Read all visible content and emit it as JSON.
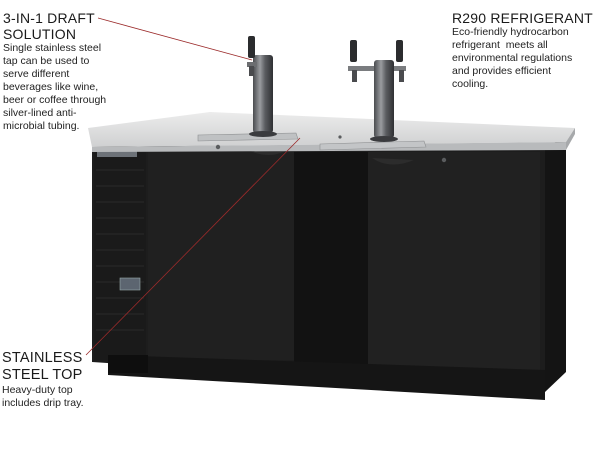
{
  "callouts": [
    {
      "title_line1": "3-IN-1 DRAFT",
      "title_line2": "SOLUTION",
      "desc_lines": [
        "Single stainless steel",
        "tap can be used to",
        "serve different",
        "beverages like wine,",
        "beer or coffee through",
        "silver-lined anti-",
        "microbial tubing."
      ]
    },
    {
      "title_line1": "R290 REFRIGERANT",
      "desc_lines": [
        "Eco-friendly hydrocarbon",
        "refrigerant  meets all",
        "environmental regulations",
        "and provides efficient",
        "cooling."
      ]
    },
    {
      "title_line1": "STAINLESS",
      "title_line2": "STEEL TOP",
      "desc_lines": [
        "Heavy-duty top",
        "includes drip tray."
      ]
    }
  ],
  "colors": {
    "cabinet": "#1c1c1c",
    "countertop": "#d9dadb",
    "leader_line": "#9b2a2a",
    "chrome": "#6d6f72"
  }
}
